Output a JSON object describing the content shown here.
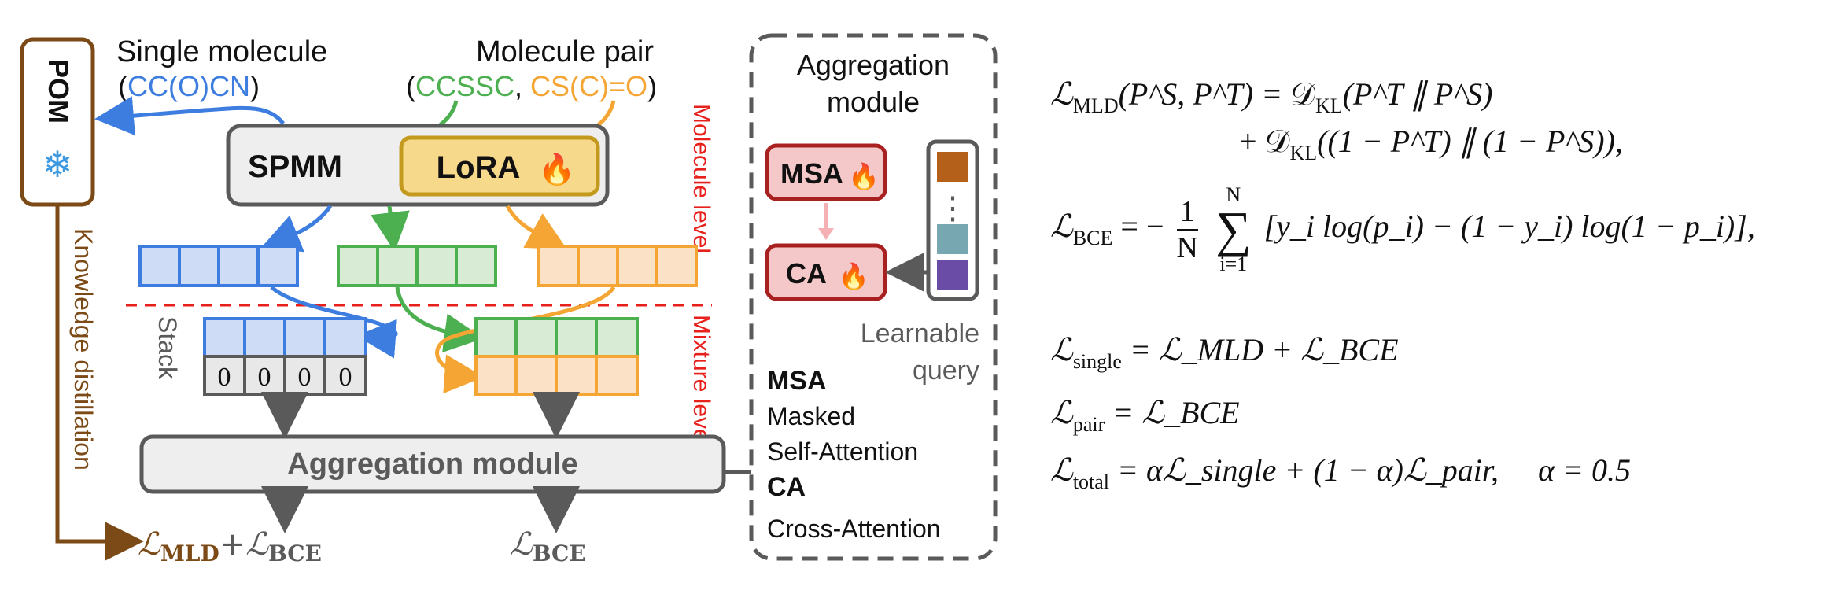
{
  "diagram": {
    "pom_label": "POM",
    "snow_glyph": "❄",
    "fire_glyph": "🔥",
    "single_title": "Single molecule",
    "single_open": "(",
    "single_smiles": "CC(O)CN",
    "single_close": ")",
    "pair_title": "Molecule pair",
    "pair_open": "(",
    "pair_smiles_1": "CCSSC",
    "pair_sep": ", ",
    "pair_smiles_2": "CS(C)=O",
    "pair_close": ")",
    "spmm_label": "SPMM",
    "lora_label": "LoRA",
    "molecule_level_label": "Molecule level",
    "mixture_level_label": "Mixture level",
    "stack_label": "Stack",
    "zero_cells": [
      "0",
      "0",
      "0",
      "0"
    ],
    "aggregation_bar_label": "Aggregation module",
    "kd_label": "Knowledge distillation",
    "loss_mld_sym": "ℒ",
    "loss_mld_sub": "MLD",
    "loss_plus": "+",
    "loss_bce_sym": "ℒ",
    "loss_bce_sub": "BCE",
    "loss_bce2_sym": "ℒ",
    "loss_bce2_sub": "BCE",
    "module_title_1": "Aggregation",
    "module_title_2": "module",
    "msa_label": "MSA",
    "ca_label": "CA",
    "query_dots": "⋮",
    "learnable_1": "Learnable",
    "learnable_2": "query",
    "legend_msa": "MSA",
    "legend_msa_1": "Masked",
    "legend_msa_2": "Self-Attention",
    "legend_ca": "CA",
    "legend_ca_1": "Cross-Attention"
  },
  "formulas": {
    "mld_lhs": "ℒ",
    "mld_sub": "MLD",
    "mld_args": "(P^S, P^T) = ",
    "dkl": "𝒟",
    "dkl_sub": "KL",
    "mld_term1": "(P^T ∥ P^S)",
    "mld_line2": "+ 𝒟",
    "mld_term2": "((1 − P^T) ∥ (1 − P^S)),",
    "bce_lhs": "ℒ",
    "bce_sub": "BCE",
    "bce_eq": "= −",
    "bce_num": "1",
    "bce_den": "N",
    "sum_top": "N",
    "sum_sig": "∑",
    "sum_bot": "i=1",
    "bce_body": "[y_i log(p_i) − (1 − y_i) log(1 − p_i)],",
    "single_lhs": "ℒ",
    "single_sub": "single",
    "single_rhs": "= ℒ_MLD + ℒ_BCE",
    "pair_lhs": "ℒ",
    "pair_sub": "pair",
    "pair_rhs": "= ℒ_BCE",
    "total_lhs": "ℒ",
    "total_sub": "total",
    "total_rhs": "= αℒ_single + (1 − α)ℒ_pair,",
    "alpha": "α = 0.5"
  },
  "colors": {
    "blue": "#3d7de0",
    "blue_fill": "#cfdcf6",
    "green": "#4caf50",
    "green_fill": "#d8ecd5",
    "orange": "#f5a534",
    "orange_fill": "#fbe1c6",
    "brown": "#7b4a16",
    "red_text": "#e8201c",
    "msa_border": "#a8201f",
    "msa_fill": "#f4c8c9",
    "lora_fill": "#f6d98a",
    "lora_border": "#c39a1e",
    "grey": "#5a5a5a",
    "query_colors": [
      "#b5601a",
      "#77a7b1",
      "#6a4ba6"
    ]
  }
}
